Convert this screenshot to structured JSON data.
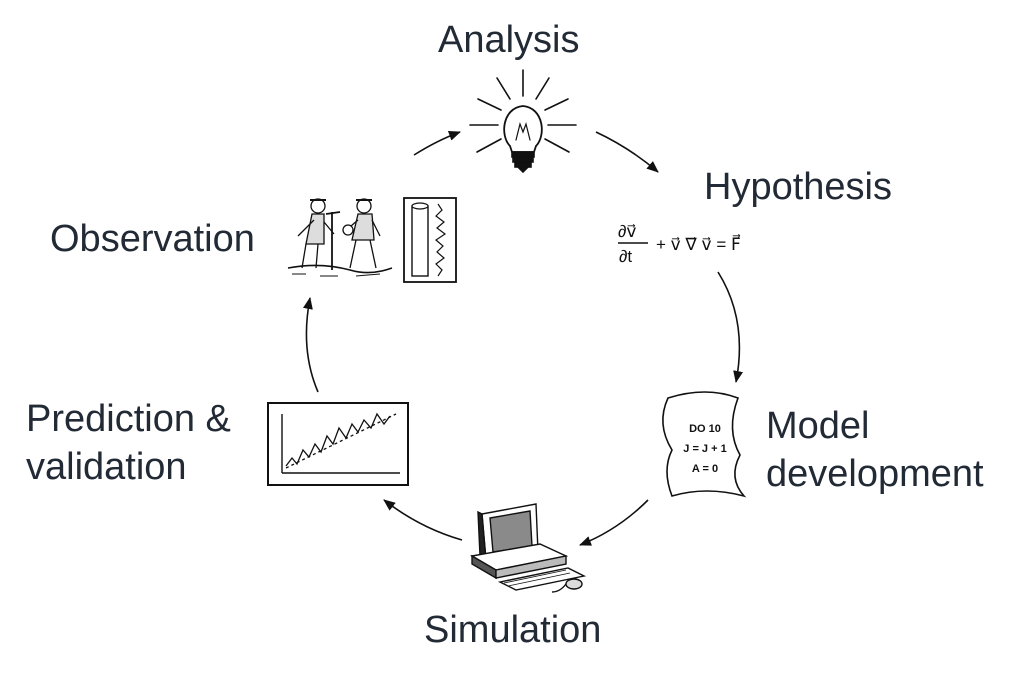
{
  "stages": {
    "analysis": {
      "label": "Analysis"
    },
    "hypothesis": {
      "label": "Hypothesis",
      "equation": {
        "num": "∂v⃗",
        "den": "∂t",
        "rest": "+ v⃗ ∇⃗ v⃗ = F⃗"
      }
    },
    "model_development": {
      "label_line1": "Model",
      "label_line2": "development",
      "code": [
        "DO 10",
        "J = J + 1",
        "A = 0"
      ]
    },
    "simulation": {
      "label": "Simulation"
    },
    "prediction": {
      "label_line1": "Prediction &",
      "label_line2": "validation"
    },
    "observation": {
      "label": "Observation"
    }
  },
  "colors": {
    "label_text": "#222a35",
    "line_art": "#111111",
    "background": "#ffffff"
  },
  "icons": {
    "analysis": "lightbulb-icon",
    "hypothesis": "equation-icon",
    "model_development": "code-scroll-icon",
    "simulation": "computer-icon",
    "prediction": "trend-chart-icon",
    "observation": "field-workers-icon"
  }
}
